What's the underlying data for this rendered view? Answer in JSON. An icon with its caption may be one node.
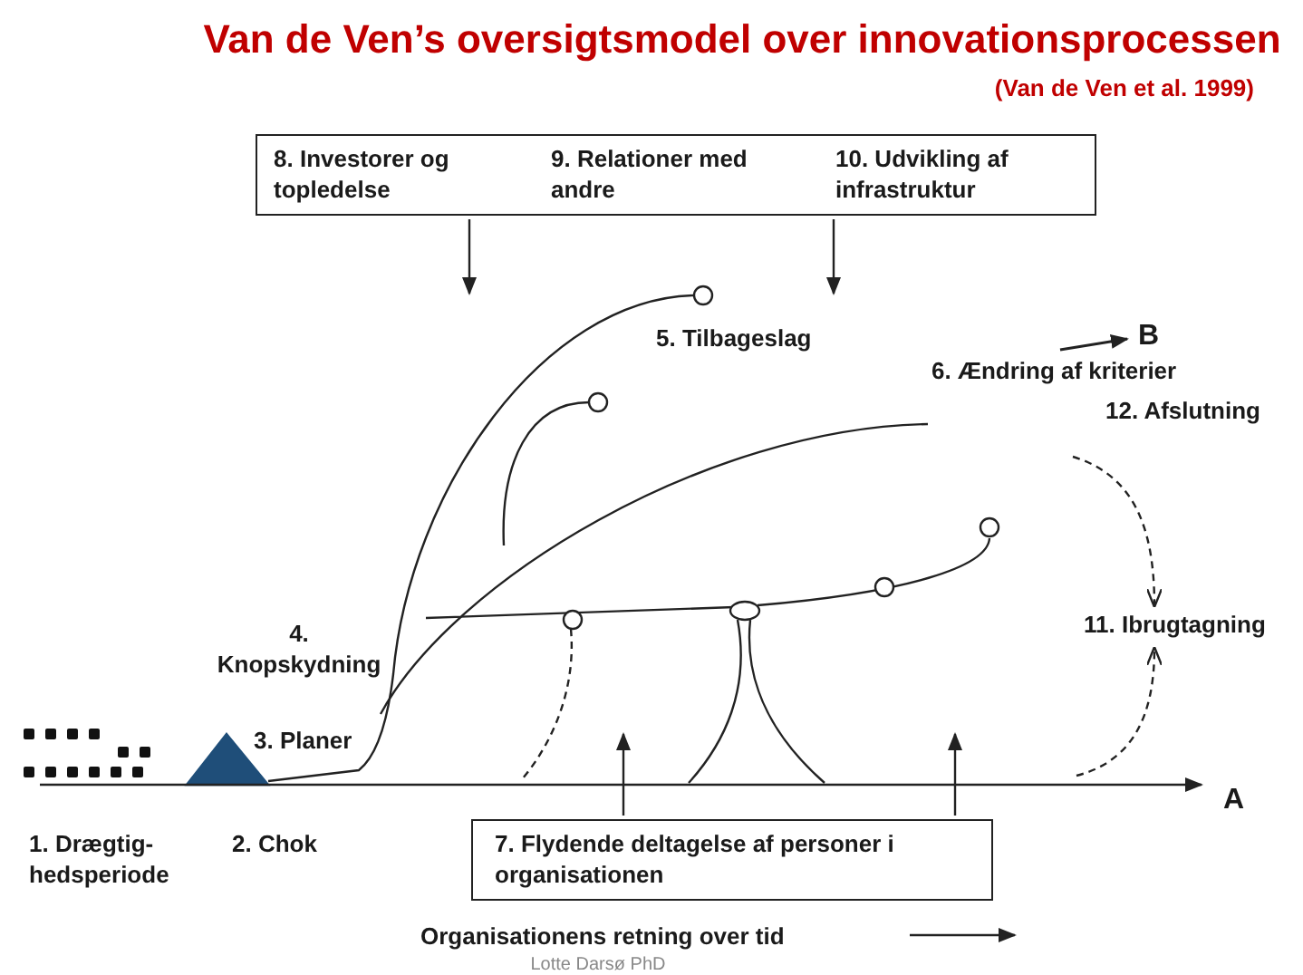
{
  "diagram": {
    "title": "Van de Ven’s oversigtsmodel over innovationsprocessen",
    "nodes": [
      {
        "text": [
          "8. Investorer og topledelse",
          "9. Relationer med andre",
          "10. Udvikling af infrastruktur"
        ]
      },
      {
        "text": [
          "11. Ibrugtagning"
        ]
      },
      {
        "text": [
          "7. Flydende deltagelse af personer i organisationen"
        ]
      }
    ],
    "edges": [
      {
        "from": 0,
        "to": null,
        "arrow": "to"
      },
      {
        "from": 0,
        "to": null,
        "arrow": "to"
      },
      {
        "from": null,
        "to": 1,
        "arrow": "to",
        "style": "dashed"
      },
      {
        "from": null,
        "to": 1,
        "arrow": "to",
        "style": "dashed"
      },
      {
        "from": 2,
        "to": null,
        "arrow": "to"
      },
      {
        "from": 2,
        "to": null,
        "arrow": "to"
      }
    ],
    "labels": [
      "(Van de Ven et al. 1999)",
      "5. Tilbageslag",
      "B",
      "6. Ændring af kriterier",
      "12. Afslutning",
      "4. Knopskydning",
      "3. Planer",
      "A",
      "1. Drægtig-hedsperiode",
      "2. Chok",
      "Organisationens retning over tid",
      "Lotte Darsø PhD"
    ]
  }
}
